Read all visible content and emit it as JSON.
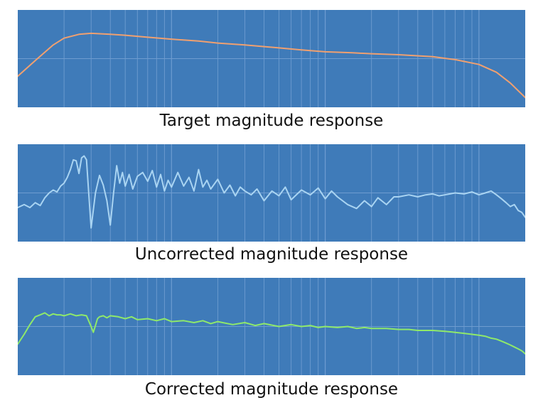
{
  "colors": {
    "panel_bg": "#3f7bb9",
    "grid": "#6e9cd0"
  },
  "chart_data": [
    {
      "type": "line",
      "title": "Target magnitude response",
      "xscale": "log",
      "grid": true,
      "x": [
        10,
        13,
        17,
        20,
        25,
        30,
        40,
        50,
        70,
        100,
        150,
        200,
        300,
        500,
        700,
        1000,
        1500,
        2000,
        3000,
        5000,
        7000,
        10000,
        13000,
        16000,
        20000
      ],
      "series": [
        {
          "color": "#f0a070",
          "values": [
            0.32,
            0.48,
            0.64,
            0.71,
            0.75,
            0.76,
            0.75,
            0.74,
            0.72,
            0.7,
            0.68,
            0.66,
            0.64,
            0.61,
            0.59,
            0.57,
            0.56,
            0.55,
            0.54,
            0.52,
            0.49,
            0.44,
            0.36,
            0.25,
            0.1
          ]
        }
      ]
    },
    {
      "type": "line",
      "title": "Uncorrected magnitude response",
      "xscale": "log",
      "grid": true,
      "x": [
        10,
        11,
        12,
        13,
        14,
        15,
        16,
        17,
        18,
        19,
        20,
        21,
        22,
        23,
        24,
        25,
        26,
        27,
        28,
        29,
        30,
        32,
        34,
        36,
        38,
        40,
        42,
        44,
        46,
        48,
        50,
        53,
        56,
        60,
        65,
        70,
        75,
        80,
        85,
        90,
        95,
        100,
        110,
        120,
        130,
        140,
        150,
        160,
        170,
        180,
        200,
        220,
        240,
        260,
        280,
        300,
        330,
        360,
        400,
        450,
        500,
        550,
        600,
        700,
        800,
        900,
        1000,
        1100,
        1200,
        1400,
        1600,
        1800,
        2000,
        2200,
        2500,
        2800,
        3000,
        3500,
        4000,
        4500,
        5000,
        5500,
        6000,
        7000,
        8000,
        9000,
        10000,
        11000,
        12000,
        13000,
        14000,
        15000,
        16000,
        17000,
        18000,
        19000,
        20000
      ],
      "series": [
        {
          "color": "#a9d4f2",
          "values": [
            0.35,
            0.38,
            0.35,
            0.4,
            0.37,
            0.45,
            0.5,
            0.53,
            0.51,
            0.57,
            0.6,
            0.66,
            0.74,
            0.84,
            0.83,
            0.7,
            0.86,
            0.88,
            0.84,
            0.48,
            0.14,
            0.5,
            0.68,
            0.58,
            0.42,
            0.17,
            0.5,
            0.78,
            0.6,
            0.71,
            0.57,
            0.69,
            0.54,
            0.67,
            0.71,
            0.62,
            0.73,
            0.56,
            0.69,
            0.52,
            0.63,
            0.56,
            0.71,
            0.57,
            0.66,
            0.52,
            0.74,
            0.56,
            0.63,
            0.54,
            0.64,
            0.5,
            0.58,
            0.47,
            0.56,
            0.52,
            0.48,
            0.54,
            0.42,
            0.52,
            0.47,
            0.56,
            0.43,
            0.53,
            0.48,
            0.55,
            0.44,
            0.52,
            0.46,
            0.38,
            0.34,
            0.42,
            0.36,
            0.45,
            0.38,
            0.46,
            0.46,
            0.48,
            0.46,
            0.48,
            0.49,
            0.47,
            0.48,
            0.5,
            0.49,
            0.51,
            0.48,
            0.5,
            0.52,
            0.48,
            0.44,
            0.4,
            0.36,
            0.38,
            0.32,
            0.3,
            0.25
          ]
        }
      ]
    },
    {
      "type": "line",
      "title": "Corrected magnitude response",
      "xscale": "log",
      "grid": true,
      "x": [
        10,
        11,
        12,
        13,
        14,
        15,
        16,
        17,
        18,
        19,
        20,
        22,
        24,
        26,
        28,
        30,
        31,
        32,
        33,
        34,
        36,
        38,
        40,
        45,
        50,
        55,
        60,
        70,
        80,
        90,
        100,
        120,
        140,
        160,
        180,
        200,
        250,
        300,
        350,
        400,
        500,
        600,
        700,
        800,
        900,
        1000,
        1200,
        1400,
        1600,
        1800,
        2000,
        2500,
        3000,
        3500,
        4000,
        5000,
        6000,
        7000,
        8000,
        9000,
        10000,
        11000,
        12000,
        13000,
        14000,
        15000,
        16000,
        17000,
        18000,
        19000,
        20000
      ],
      "series": [
        {
          "color": "#8fe96a",
          "values": [
            0.32,
            0.42,
            0.52,
            0.6,
            0.62,
            0.64,
            0.61,
            0.63,
            0.62,
            0.62,
            0.61,
            0.63,
            0.61,
            0.62,
            0.61,
            0.5,
            0.44,
            0.51,
            0.58,
            0.6,
            0.61,
            0.59,
            0.61,
            0.6,
            0.58,
            0.6,
            0.57,
            0.58,
            0.56,
            0.58,
            0.55,
            0.56,
            0.54,
            0.56,
            0.53,
            0.55,
            0.52,
            0.54,
            0.51,
            0.53,
            0.5,
            0.52,
            0.5,
            0.51,
            0.49,
            0.5,
            0.49,
            0.5,
            0.48,
            0.49,
            0.48,
            0.48,
            0.47,
            0.47,
            0.46,
            0.46,
            0.45,
            0.44,
            0.43,
            0.42,
            0.41,
            0.4,
            0.38,
            0.37,
            0.35,
            0.33,
            0.31,
            0.29,
            0.27,
            0.25,
            0.22
          ]
        }
      ]
    }
  ]
}
